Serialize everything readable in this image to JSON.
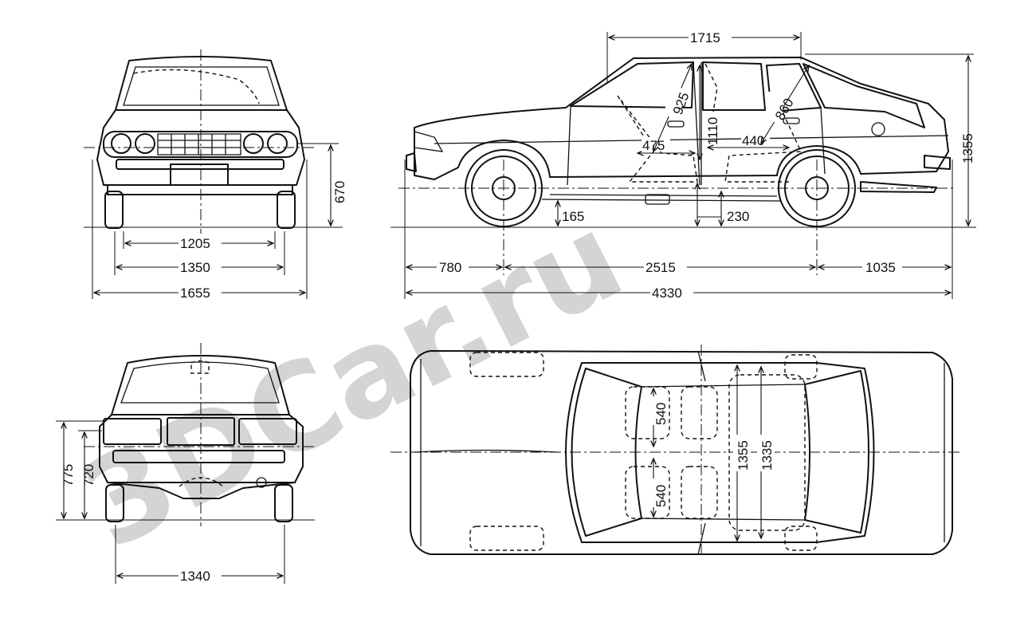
{
  "watermark": "3DCar.ru",
  "front_view": {
    "dims": {
      "height": "670",
      "track": "1205",
      "wheel_span": "1350",
      "width": "1655"
    }
  },
  "side_view": {
    "dims": {
      "roof_length": "1715",
      "height": "1355",
      "front_seat_back": "925",
      "rear_seat_back": "860",
      "front_seat": "475",
      "rear_seat": "440",
      "seat_gap": "1110",
      "ground_clearance": "165",
      "seat_floor": "230",
      "front_overhang": "780",
      "wheelbase": "2515",
      "rear_overhang": "1035",
      "length": "4330"
    }
  },
  "rear_view": {
    "dims": {
      "height_total": "775",
      "height_body": "720",
      "track": "1340"
    }
  },
  "top_view": {
    "dims": {
      "front_seat_width": "540",
      "rear_seat_width": "540",
      "shoulder_front": "1355",
      "shoulder_rear": "1335"
    }
  }
}
